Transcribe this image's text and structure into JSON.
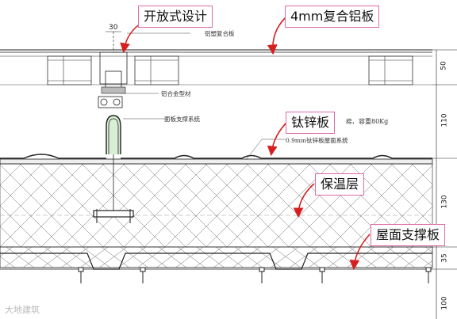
{
  "callouts": {
    "open_design": "开放式设计",
    "composite_panel": "4mm复合铝板",
    "titanium_zinc": "钛锌板",
    "insulation": "保温层",
    "roof_support": "屋面支撑板"
  },
  "notes": {
    "aluminum_plastic": "铝塑复合板",
    "alloy_profile": "铝合金型材",
    "panel_support": "面板支撑系统",
    "roof_system": "0.9mm钛锌板屋面系统",
    "weight": "容重80Kg",
    "weight_prefix": "棉，"
  },
  "dimensions": {
    "top_width": "30",
    "d50": "50",
    "d110": "110",
    "d130": "130",
    "d35": "35",
    "d100": "100"
  },
  "watermark": "大地建筑",
  "colors": {
    "callout_border": "#e06aa8",
    "arrow": "#d62020",
    "line": "#222222",
    "seam_fill": "#d7efd2"
  }
}
